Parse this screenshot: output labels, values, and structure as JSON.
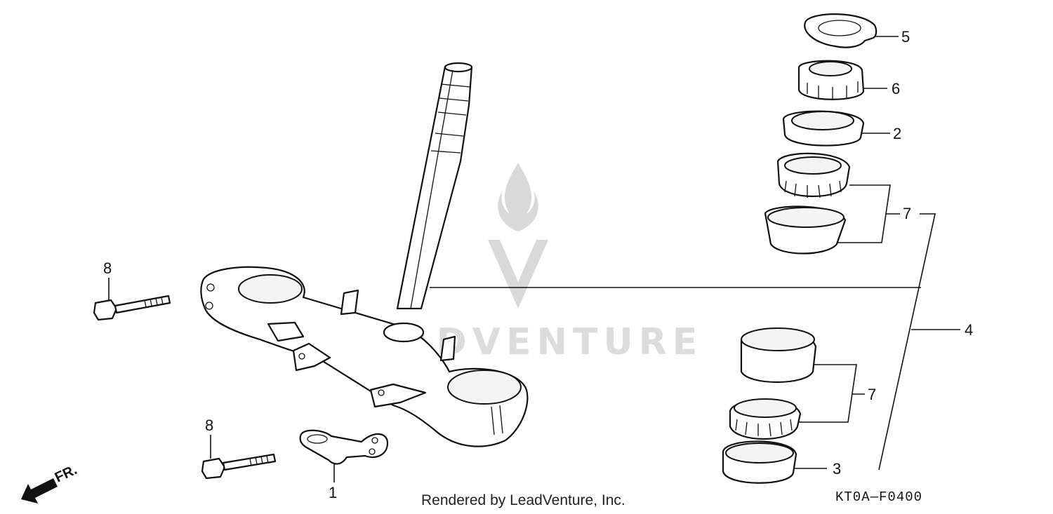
{
  "watermark": {
    "text": "LEADVENTURE"
  },
  "callouts": {
    "c1": "1",
    "c2": "2",
    "c3": "3",
    "c4": "4",
    "c5": "5",
    "c6": "6",
    "c7a": "7",
    "c7b": "7",
    "c8a": "8",
    "c8b": "8"
  },
  "front_indicator": {
    "label": "FR."
  },
  "footer": {
    "rendered_by": "Rendered by LeadVenture, Inc.",
    "diagram_code": "KT0A—F0400"
  }
}
